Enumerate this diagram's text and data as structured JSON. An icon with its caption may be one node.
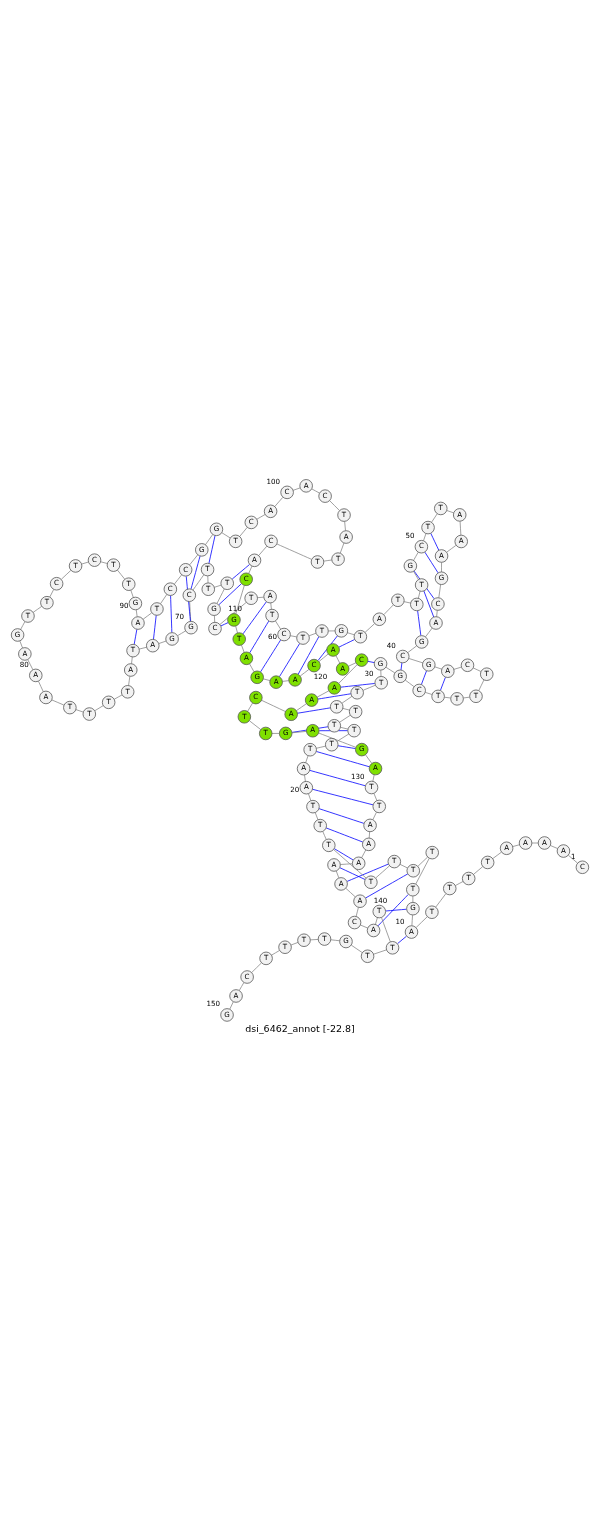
{
  "diagram": {
    "caption": "dsi_6462_annot [-22.8]",
    "nodes": [
      {
        "text": [
          "C"
        ],
        "beside": [
          "1"
        ]
      },
      {
        "text": [
          "A"
        ]
      },
      {
        "text": [
          "A"
        ]
      },
      {
        "text": [
          "A"
        ]
      },
      {
        "text": [
          "A"
        ]
      },
      {
        "text": [
          "T"
        ]
      },
      {
        "text": [
          "T"
        ]
      },
      {
        "text": [
          "T"
        ]
      },
      {
        "text": [
          "T"
        ]
      },
      {
        "text": [
          "A"
        ],
        "beside": [
          "10"
        ]
      },
      {
        "text": [
          "G"
        ]
      },
      {
        "text": [
          "T"
        ]
      },
      {
        "text": [
          "T"
        ]
      },
      {
        "text": [
          "T"
        ]
      },
      {
        "text": [
          "T"
        ]
      },
      {
        "text": [
          "T"
        ]
      },
      {
        "text": [
          "T"
        ]
      },
      {
        "text": [
          "T"
        ]
      },
      {
        "text": [
          "T"
        ]
      },
      {
        "text": [
          "A"
        ],
        "beside": [
          "20"
        ]
      },
      {
        "text": [
          "A"
        ]
      },
      {
        "text": [
          "T"
        ]
      },
      {
        "text": [
          "T"
        ]
      },
      {
        "text": [
          "T"
        ]
      },
      {
        "text": [
          "T"
        ]
      },
      {
        "text": [
          "T"
        ]
      },
      {
        "text": [
          "T"
        ]
      },
      {
        "text": [
          "T"
        ]
      },
      {
        "text": [
          "T"
        ]
      },
      {
        "text": [
          "G"
        ],
        "beside": [
          "30"
        ]
      },
      {
        "text": [
          "G"
        ]
      },
      {
        "text": [
          "C"
        ]
      },
      {
        "text": [
          "T"
        ]
      },
      {
        "text": [
          "T"
        ]
      },
      {
        "text": [
          "T"
        ]
      },
      {
        "text": [
          "T"
        ]
      },
      {
        "text": [
          "C"
        ]
      },
      {
        "text": [
          "A"
        ]
      },
      {
        "text": [
          "G"
        ]
      },
      {
        "text": [
          "C"
        ],
        "beside": [
          "40"
        ]
      },
      {
        "text": [
          "G"
        ]
      },
      {
        "text": [
          "A"
        ]
      },
      {
        "text": [
          "C"
        ]
      },
      {
        "text": [
          "G"
        ]
      },
      {
        "text": [
          "A"
        ]
      },
      {
        "text": [
          "A"
        ]
      },
      {
        "text": [
          "A"
        ]
      },
      {
        "text": [
          "T"
        ]
      },
      {
        "text": [
          "T"
        ]
      },
      {
        "text": [
          "C"
        ],
        "beside": [
          "50"
        ]
      },
      {
        "text": [
          "G"
        ]
      },
      {
        "text": [
          "T"
        ]
      },
      {
        "text": [
          "T"
        ]
      },
      {
        "text": [
          "T"
        ]
      },
      {
        "text": [
          "A"
        ]
      },
      {
        "text": [
          "T"
        ]
      },
      {
        "text": [
          "G"
        ]
      },
      {
        "text": [
          "T"
        ]
      },
      {
        "text": [
          "T"
        ]
      },
      {
        "text": [
          "C"
        ],
        "beside": [
          "60"
        ]
      },
      {
        "text": [
          "T"
        ]
      },
      {
        "text": [
          "A"
        ]
      },
      {
        "text": [
          "T"
        ]
      },
      {
        "text": [
          "C"
        ]
      },
      {
        "text": [
          "G"
        ]
      },
      {
        "text": [
          "T"
        ]
      },
      {
        "text": [
          "T"
        ]
      },
      {
        "text": [
          "T"
        ]
      },
      {
        "text": [
          "C"
        ]
      },
      {
        "text": [
          "G"
        ],
        "beside": [
          "70"
        ]
      },
      {
        "text": [
          "G"
        ]
      },
      {
        "text": [
          "A"
        ]
      },
      {
        "text": [
          "T"
        ]
      },
      {
        "text": [
          "A"
        ]
      },
      {
        "text": [
          "T"
        ]
      },
      {
        "text": [
          "T"
        ]
      },
      {
        "text": [
          "T"
        ]
      },
      {
        "text": [
          "T"
        ]
      },
      {
        "text": [
          "A"
        ]
      },
      {
        "text": [
          "A"
        ],
        "beside": [
          "80"
        ]
      },
      {
        "text": [
          "A"
        ]
      },
      {
        "text": [
          "G"
        ]
      },
      {
        "text": [
          "T"
        ]
      },
      {
        "text": [
          "T"
        ]
      },
      {
        "text": [
          "C"
        ]
      },
      {
        "text": [
          "T"
        ]
      },
      {
        "text": [
          "C"
        ]
      },
      {
        "text": [
          "T"
        ]
      },
      {
        "text": [
          "T"
        ]
      },
      {
        "text": [
          "G"
        ],
        "beside": [
          "90"
        ]
      },
      {
        "text": [
          "A"
        ]
      },
      {
        "text": [
          "T"
        ]
      },
      {
        "text": [
          "C"
        ]
      },
      {
        "text": [
          "C"
        ]
      },
      {
        "text": [
          "G"
        ]
      },
      {
        "text": [
          "G"
        ]
      },
      {
        "text": [
          "T"
        ]
      },
      {
        "text": [
          "C"
        ]
      },
      {
        "text": [
          "A"
        ]
      },
      {
        "text": [
          "C"
        ],
        "beside": [
          "100"
        ]
      },
      {
        "text": [
          "A"
        ]
      },
      {
        "text": [
          "C"
        ]
      },
      {
        "text": [
          "T"
        ]
      },
      {
        "text": [
          "A"
        ]
      },
      {
        "text": [
          "T"
        ]
      },
      {
        "text": [
          "T"
        ]
      },
      {
        "text": [
          "C"
        ]
      },
      {
        "text": [
          "A"
        ]
      },
      {
        "text": [
          "C"
        ]
      },
      {
        "text": [
          "G"
        ],
        "beside": [
          "110"
        ]
      },
      {
        "text": [
          "T"
        ]
      },
      {
        "text": [
          "A"
        ]
      },
      {
        "text": [
          "G"
        ]
      },
      {
        "text": [
          "A"
        ]
      },
      {
        "text": [
          "A"
        ]
      },
      {
        "text": [
          "C"
        ]
      },
      {
        "text": [
          "A"
        ]
      },
      {
        "text": [
          "A"
        ]
      },
      {
        "text": [
          "C"
        ]
      },
      {
        "text": [
          "A"
        ],
        "beside": [
          "120"
        ]
      },
      {
        "text": [
          "A"
        ]
      },
      {
        "text": [
          "A"
        ]
      },
      {
        "text": [
          "C"
        ]
      },
      {
        "text": [
          "T"
        ]
      },
      {
        "text": [
          "T"
        ]
      },
      {
        "text": [
          "G"
        ]
      },
      {
        "text": [
          "A"
        ]
      },
      {
        "text": [
          "G"
        ]
      },
      {
        "text": [
          "A"
        ]
      },
      {
        "text": [
          "T"
        ],
        "beside": [
          "130"
        ]
      },
      {
        "text": [
          "T"
        ]
      },
      {
        "text": [
          "A"
        ]
      },
      {
        "text": [
          "A"
        ]
      },
      {
        "text": [
          "A"
        ]
      },
      {
        "text": [
          "A"
        ]
      },
      {
        "text": [
          "A"
        ]
      },
      {
        "text": [
          "A"
        ]
      },
      {
        "text": [
          "C"
        ]
      },
      {
        "text": [
          "A"
        ]
      },
      {
        "text": [
          "T"
        ],
        "beside": [
          "140"
        ]
      },
      {
        "text": [
          "T"
        ]
      },
      {
        "text": [
          "T"
        ]
      },
      {
        "text": [
          "G"
        ]
      },
      {
        "text": [
          "T"
        ]
      },
      {
        "text": [
          "T"
        ]
      },
      {
        "text": [
          "T"
        ]
      },
      {
        "text": [
          "T"
        ]
      },
      {
        "text": [
          "C"
        ]
      },
      {
        "text": [
          "A"
        ]
      },
      {
        "text": [
          "G"
        ],
        "beside": [
          "150"
        ]
      }
    ],
    "edges": [
      {
        "from": 0,
        "to": 1,
        "arrow": "none"
      },
      {
        "from": 1,
        "to": 2,
        "arrow": "none"
      },
      {
        "from": 2,
        "to": 3,
        "arrow": "none"
      },
      {
        "from": 3,
        "to": 4,
        "arrow": "none"
      },
      {
        "from": 4,
        "to": 5,
        "arrow": "none"
      },
      {
        "from": 5,
        "to": 6,
        "arrow": "none"
      },
      {
        "from": 6,
        "to": 7,
        "arrow": "none"
      },
      {
        "from": 7,
        "to": 8,
        "arrow": "none"
      },
      {
        "from": 8,
        "to": 9,
        "arrow": "none"
      },
      {
        "from": 9,
        "to": 10,
        "arrow": "none"
      },
      {
        "from": 10,
        "to": 11,
        "arrow": "none"
      },
      {
        "from": 11,
        "to": 12,
        "arrow": "none"
      },
      {
        "from": 12,
        "to": 13,
        "arrow": "none"
      },
      {
        "from": 13,
        "to": 14,
        "arrow": "none"
      },
      {
        "from": 14,
        "to": 15,
        "arrow": "none"
      },
      {
        "from": 15,
        "to": 16,
        "arrow": "none"
      },
      {
        "from": 16,
        "to": 17,
        "arrow": "none"
      },
      {
        "from": 17,
        "to": 18,
        "arrow": "none"
      },
      {
        "from": 18,
        "to": 19,
        "arrow": "none"
      },
      {
        "from": 19,
        "to": 20,
        "arrow": "none"
      },
      {
        "from": 20,
        "to": 21,
        "arrow": "none"
      },
      {
        "from": 21,
        "to": 22,
        "arrow": "none"
      },
      {
        "from": 22,
        "to": 23,
        "arrow": "none"
      },
      {
        "from": 23,
        "to": 24,
        "arrow": "none"
      },
      {
        "from": 24,
        "to": 25,
        "arrow": "none"
      },
      {
        "from": 25,
        "to": 26,
        "arrow": "none"
      },
      {
        "from": 26,
        "to": 27,
        "arrow": "none"
      },
      {
        "from": 27,
        "to": 28,
        "arrow": "none"
      },
      {
        "from": 28,
        "to": 29,
        "arrow": "none"
      },
      {
        "from": 29,
        "to": 30,
        "arrow": "none"
      },
      {
        "from": 30,
        "to": 31,
        "arrow": "none"
      },
      {
        "from": 31,
        "to": 32,
        "arrow": "none"
      },
      {
        "from": 32,
        "to": 33,
        "arrow": "none"
      },
      {
        "from": 33,
        "to": 34,
        "arrow": "none"
      },
      {
        "from": 34,
        "to": 35,
        "arrow": "none"
      },
      {
        "from": 35,
        "to": 36,
        "arrow": "none"
      },
      {
        "from": 36,
        "to": 37,
        "arrow": "none"
      },
      {
        "from": 37,
        "to": 38,
        "arrow": "none"
      },
      {
        "from": 38,
        "to": 39,
        "arrow": "none"
      },
      {
        "from": 39,
        "to": 40,
        "arrow": "none"
      },
      {
        "from": 40,
        "to": 41,
        "arrow": "none"
      },
      {
        "from": 41,
        "to": 42,
        "arrow": "none"
      },
      {
        "from": 42,
        "to": 43,
        "arrow": "none"
      },
      {
        "from": 43,
        "to": 44,
        "arrow": "none"
      },
      {
        "from": 44,
        "to": 45,
        "arrow": "none"
      },
      {
        "from": 45,
        "to": 46,
        "arrow": "none"
      },
      {
        "from": 46,
        "to": 47,
        "arrow": "none"
      },
      {
        "from": 47,
        "to": 48,
        "arrow": "none"
      },
      {
        "from": 48,
        "to": 49,
        "arrow": "none"
      },
      {
        "from": 49,
        "to": 50,
        "arrow": "none"
      },
      {
        "from": 50,
        "to": 51,
        "arrow": "none"
      },
      {
        "from": 51,
        "to": 52,
        "arrow": "none"
      },
      {
        "from": 52,
        "to": 53,
        "arrow": "none"
      },
      {
        "from": 53,
        "to": 54,
        "arrow": "none"
      },
      {
        "from": 54,
        "to": 55,
        "arrow": "none"
      },
      {
        "from": 55,
        "to": 56,
        "arrow": "none"
      },
      {
        "from": 56,
        "to": 57,
        "arrow": "none"
      },
      {
        "from": 57,
        "to": 58,
        "arrow": "none"
      },
      {
        "from": 58,
        "to": 59,
        "arrow": "none"
      },
      {
        "from": 59,
        "to": 60,
        "arrow": "none"
      },
      {
        "from": 60,
        "to": 61,
        "arrow": "none"
      },
      {
        "from": 61,
        "to": 62,
        "arrow": "none"
      },
      {
        "from": 62,
        "to": 63,
        "arrow": "none"
      },
      {
        "from": 63,
        "to": 64,
        "arrow": "none"
      },
      {
        "from": 64,
        "to": 65,
        "arrow": "none"
      },
      {
        "from": 65,
        "to": 66,
        "arrow": "none"
      },
      {
        "from": 66,
        "to": 67,
        "arrow": "none"
      },
      {
        "from": 67,
        "to": 68,
        "arrow": "none"
      },
      {
        "from": 68,
        "to": 69,
        "arrow": "none"
      },
      {
        "from": 69,
        "to": 70,
        "arrow": "none"
      },
      {
        "from": 70,
        "to": 71,
        "arrow": "none"
      },
      {
        "from": 71,
        "to": 72,
        "arrow": "none"
      },
      {
        "from": 72,
        "to": 73,
        "arrow": "none"
      },
      {
        "from": 73,
        "to": 74,
        "arrow": "none"
      },
      {
        "from": 74,
        "to": 75,
        "arrow": "none"
      },
      {
        "from": 75,
        "to": 76,
        "arrow": "none"
      },
      {
        "from": 76,
        "to": 77,
        "arrow": "none"
      },
      {
        "from": 77,
        "to": 78,
        "arrow": "none"
      },
      {
        "from": 78,
        "to": 79,
        "arrow": "none"
      },
      {
        "from": 79,
        "to": 80,
        "arrow": "none"
      },
      {
        "from": 80,
        "to": 81,
        "arrow": "none"
      },
      {
        "from": 81,
        "to": 82,
        "arrow": "none"
      },
      {
        "from": 82,
        "to": 83,
        "arrow": "none"
      },
      {
        "from": 83,
        "to": 84,
        "arrow": "none"
      },
      {
        "from": 84,
        "to": 85,
        "arrow": "none"
      },
      {
        "from": 85,
        "to": 86,
        "arrow": "none"
      },
      {
        "from": 86,
        "to": 87,
        "arrow": "none"
      },
      {
        "from": 87,
        "to": 88,
        "arrow": "none"
      },
      {
        "from": 88,
        "to": 89,
        "arrow": "none"
      },
      {
        "from": 89,
        "to": 90,
        "arrow": "none"
      },
      {
        "from": 90,
        "to": 91,
        "arrow": "none"
      },
      {
        "from": 91,
        "to": 92,
        "arrow": "none"
      },
      {
        "from": 92,
        "to": 93,
        "arrow": "none"
      },
      {
        "from": 93,
        "to": 94,
        "arrow": "none"
      },
      {
        "from": 94,
        "to": 95,
        "arrow": "none"
      },
      {
        "from": 95,
        "to": 96,
        "arrow": "none"
      },
      {
        "from": 96,
        "to": 97,
        "arrow": "none"
      },
      {
        "from": 97,
        "to": 98,
        "arrow": "none"
      },
      {
        "from": 98,
        "to": 99,
        "arrow": "none"
      },
      {
        "from": 99,
        "to": 100,
        "arrow": "none"
      },
      {
        "from": 100,
        "to": 101,
        "arrow": "none"
      },
      {
        "from": 101,
        "to": 102,
        "arrow": "none"
      },
      {
        "from": 102,
        "to": 103,
        "arrow": "none"
      },
      {
        "from": 103,
        "to": 104,
        "arrow": "none"
      },
      {
        "from": 104,
        "to": 105,
        "arrow": "none"
      },
      {
        "from": 105,
        "to": 106,
        "arrow": "none"
      },
      {
        "from": 106,
        "to": 107,
        "arrow": "none"
      },
      {
        "from": 107,
        "to": 108,
        "arrow": "none"
      },
      {
        "from": 108,
        "to": 109,
        "arrow": "none"
      },
      {
        "from": 109,
        "to": 110,
        "arrow": "none"
      },
      {
        "from": 110,
        "to": 111,
        "arrow": "none"
      },
      {
        "from": 111,
        "to": 112,
        "arrow": "none"
      },
      {
        "from": 112,
        "to": 113,
        "arrow": "none"
      },
      {
        "from": 113,
        "to": 114,
        "arrow": "none"
      },
      {
        "from": 114,
        "to": 115,
        "arrow": "none"
      },
      {
        "from": 115,
        "to": 116,
        "arrow": "none"
      },
      {
        "from": 116,
        "to": 117,
        "arrow": "none"
      },
      {
        "from": 117,
        "to": 118,
        "arrow": "none"
      },
      {
        "from": 118,
        "to": 119,
        "arrow": "none"
      },
      {
        "from": 119,
        "to": 120,
        "arrow": "none"
      },
      {
        "from": 120,
        "to": 121,
        "arrow": "none"
      },
      {
        "from": 121,
        "to": 122,
        "arrow": "none"
      },
      {
        "from": 122,
        "to": 123,
        "arrow": "none"
      },
      {
        "from": 123,
        "to": 124,
        "arrow": "none"
      },
      {
        "from": 124,
        "to": 125,
        "arrow": "none"
      },
      {
        "from": 125,
        "to": 126,
        "arrow": "none"
      },
      {
        "from": 126,
        "to": 127,
        "arrow": "none"
      },
      {
        "from": 127,
        "to": 128,
        "arrow": "none"
      },
      {
        "from": 128,
        "to": 129,
        "arrow": "none"
      },
      {
        "from": 129,
        "to": 130,
        "arrow": "none"
      },
      {
        "from": 130,
        "to": 131,
        "arrow": "none"
      },
      {
        "from": 131,
        "to": 132,
        "arrow": "none"
      },
      {
        "from": 132,
        "to": 133,
        "arrow": "none"
      },
      {
        "from": 133,
        "to": 134,
        "arrow": "none"
      },
      {
        "from": 134,
        "to": 135,
        "arrow": "none"
      },
      {
        "from": 135,
        "to": 136,
        "arrow": "none"
      },
      {
        "from": 136,
        "to": 137,
        "arrow": "none"
      },
      {
        "from": 137,
        "to": 138,
        "arrow": "none"
      },
      {
        "from": 138,
        "to": 139,
        "arrow": "none"
      },
      {
        "from": 139,
        "to": 140,
        "arrow": "none"
      },
      {
        "from": 140,
        "to": 141,
        "arrow": "none"
      },
      {
        "from": 141,
        "to": 142,
        "arrow": "none"
      },
      {
        "from": 142,
        "to": 143,
        "arrow": "none"
      },
      {
        "from": 143,
        "to": 144,
        "arrow": "none"
      },
      {
        "from": 144,
        "to": 145,
        "arrow": "none"
      },
      {
        "from": 145,
        "to": 146,
        "arrow": "none"
      },
      {
        "from": 146,
        "to": 147,
        "arrow": "none"
      },
      {
        "from": 147,
        "to": 148,
        "arrow": "none"
      },
      {
        "from": 148,
        "to": 149,
        "arrow": "none"
      },
      {
        "from": 9,
        "to": 140,
        "arrow": "none",
        "color": "#0000ff"
      },
      {
        "from": 10,
        "to": 139,
        "arrow": "none",
        "color": "#0000ff"
      },
      {
        "from": 11,
        "to": 138,
        "arrow": "none",
        "color": "#0000ff"
      },
      {
        "from": 13,
        "to": 136,
        "arrow": "none",
        "color": "#0000ff"
      },
      {
        "from": 14,
        "to": 135,
        "arrow": "none",
        "color": "#0000ff"
      },
      {
        "from": 15,
        "to": 134,
        "arrow": "none",
        "color": "#0000ff"
      },
      {
        "from": 16,
        "to": 133,
        "arrow": "none",
        "color": "#0000ff"
      },
      {
        "from": 17,
        "to": 132,
        "arrow": "none",
        "color": "#0000ff"
      },
      {
        "from": 18,
        "to": 131,
        "arrow": "none",
        "color": "#0000ff"
      },
      {
        "from": 19,
        "to": 130,
        "arrow": "none",
        "color": "#0000ff"
      },
      {
        "from": 20,
        "to": 129,
        "arrow": "none",
        "color": "#0000ff"
      },
      {
        "from": 21,
        "to": 128,
        "arrow": "none",
        "color": "#0000ff"
      },
      {
        "from": 22,
        "to": 127,
        "arrow": "none",
        "color": "#0000ff"
      },
      {
        "from": 23,
        "to": 126,
        "arrow": "none",
        "color": "#0000ff"
      },
      {
        "from": 24,
        "to": 125,
        "arrow": "none",
        "color": "#0000ff"
      },
      {
        "from": 26,
        "to": 121,
        "arrow": "none",
        "color": "#0000ff"
      },
      {
        "from": 27,
        "to": 120,
        "arrow": "none",
        "color": "#0000ff"
      },
      {
        "from": 28,
        "to": 119,
        "arrow": "none",
        "color": "#0000ff"
      },
      {
        "from": 29,
        "to": 118,
        "arrow": "none",
        "color": "#0000ff"
      },
      {
        "from": 30,
        "to": 39,
        "arrow": "none",
        "color": "#0000ff"
      },
      {
        "from": 31,
        "to": 38,
        "arrow": "none",
        "color": "#0000ff"
      },
      {
        "from": 32,
        "to": 37,
        "arrow": "none",
        "color": "#0000ff"
      },
      {
        "from": 40,
        "to": 52,
        "arrow": "none",
        "color": "#0000ff"
      },
      {
        "from": 41,
        "to": 51,
        "arrow": "none",
        "color": "#0000ff"
      },
      {
        "from": 42,
        "to": 50,
        "arrow": "none",
        "color": "#0000ff"
      },
      {
        "from": 43,
        "to": 49,
        "arrow": "none",
        "color": "#0000ff"
      },
      {
        "from": 44,
        "to": 48,
        "arrow": "none",
        "color": "#0000ff"
      },
      {
        "from": 55,
        "to": 116,
        "arrow": "none",
        "color": "#0000ff"
      },
      {
        "from": 56,
        "to": 115,
        "arrow": "none",
        "color": "#0000ff"
      },
      {
        "from": 57,
        "to": 114,
        "arrow": "none",
        "color": "#0000ff"
      },
      {
        "from": 58,
        "to": 113,
        "arrow": "none",
        "color": "#0000ff"
      },
      {
        "from": 59,
        "to": 112,
        "arrow": "none",
        "color": "#0000ff"
      },
      {
        "from": 60,
        "to": 111,
        "arrow": "none",
        "color": "#0000ff"
      },
      {
        "from": 61,
        "to": 110,
        "arrow": "none",
        "color": "#0000ff"
      },
      {
        "from": 63,
        "to": 109,
        "arrow": "none",
        "color": "#0000ff"
      },
      {
        "from": 64,
        "to": 108,
        "arrow": "none",
        "color": "#0000ff"
      },
      {
        "from": 65,
        "to": 107,
        "arrow": "none",
        "color": "#0000ff"
      },
      {
        "from": 67,
        "to": 95,
        "arrow": "none",
        "color": "#0000ff"
      },
      {
        "from": 68,
        "to": 94,
        "arrow": "none",
        "color": "#0000ff"
      },
      {
        "from": 69,
        "to": 93,
        "arrow": "none",
        "color": "#0000ff"
      },
      {
        "from": 70,
        "to": 92,
        "arrow": "none",
        "color": "#0000ff"
      },
      {
        "from": 71,
        "to": 91,
        "arrow": "none",
        "color": "#0000ff"
      },
      {
        "from": 72,
        "to": 90,
        "arrow": "none",
        "color": "#0000ff"
      }
    ]
  }
}
